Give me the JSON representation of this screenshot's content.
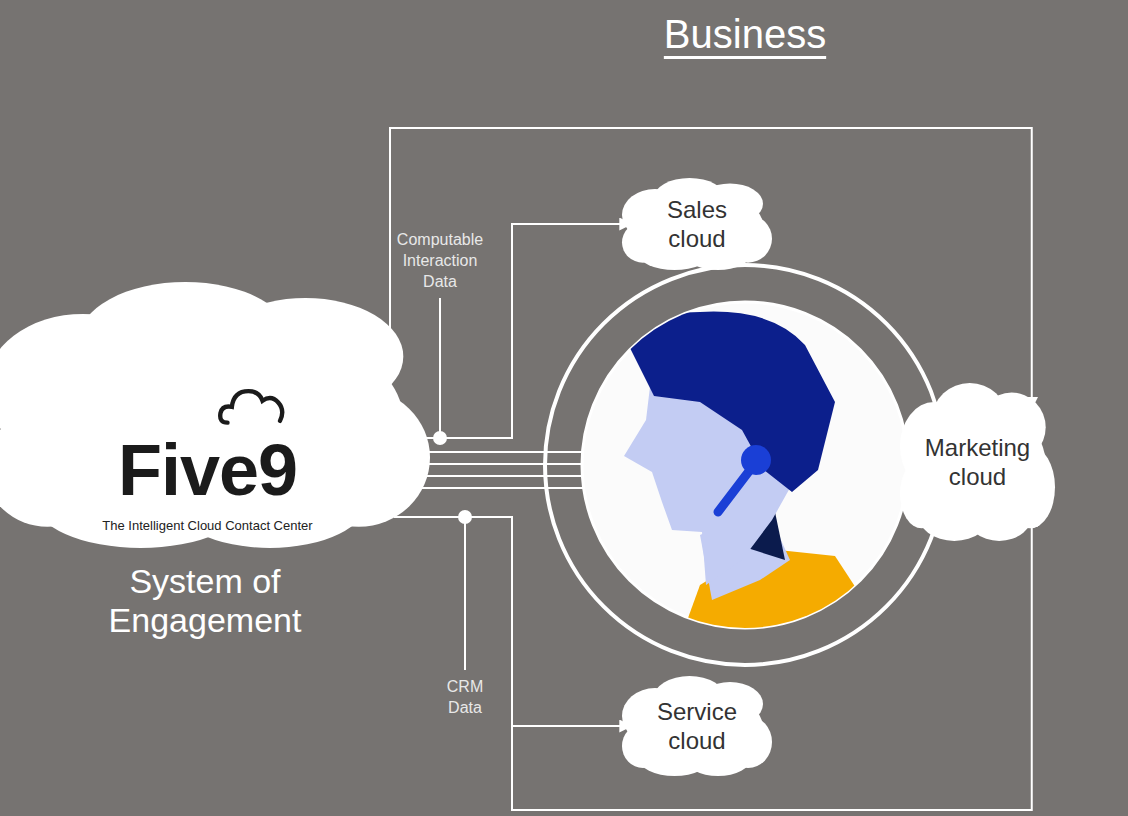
{
  "diagram": {
    "title": "Business",
    "nodes": [
      {
        "text": [
          "Five9",
          "The Intelligent Cloud Contact Center",
          "System of Engagement"
        ]
      },
      {
        "text": [
          "Sales cloud"
        ]
      },
      {
        "text": [
          "Marketing cloud"
        ]
      },
      {
        "text": [
          "Service cloud"
        ]
      }
    ],
    "edges": [
      {
        "from": 0,
        "to": 1,
        "label": "Computable Interaction Data",
        "arrow": "to"
      },
      {
        "from": 0,
        "to": 3,
        "label": "CRM Data",
        "arrow": "to"
      },
      {
        "from": 0,
        "to": 2,
        "arrow": "to"
      },
      {
        "from": 0,
        "to": 2,
        "arrow": "to"
      }
    ]
  }
}
